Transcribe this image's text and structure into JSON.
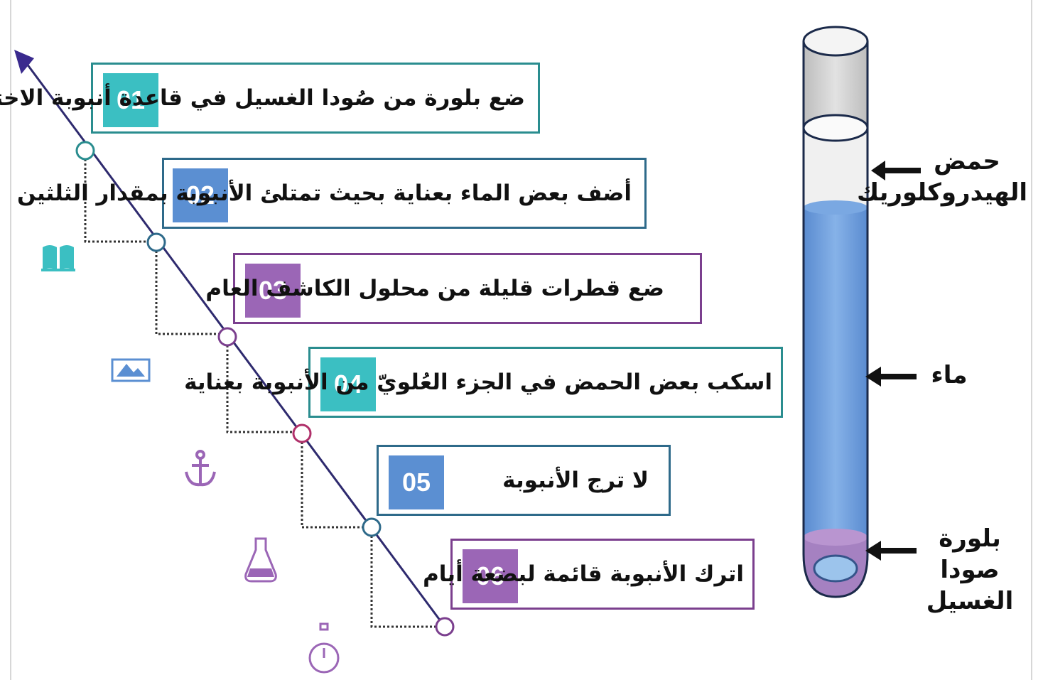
{
  "colors": {
    "teal": "#3bbfc2",
    "blue": "#5b8fd2",
    "purple": "#9b66b6",
    "teal_border": "#2a8d8f",
    "blue_border": "#2e6a8a",
    "purple_border": "#7b3f8e",
    "timeline": "#2e2a6e",
    "water": "#6f9fdc",
    "acid": "#efefef",
    "crystal": "#a581c1"
  },
  "steps": [
    {
      "number": "01",
      "text": "ضع بلورة من صُودا الغسيل في قاعدة أنبوبة الاختبار",
      "color": "teal",
      "icon": "none"
    },
    {
      "number": "02",
      "text": "أضف بعض الماء بعناية بحيث تمتلئ الأنبوبة بمقدار الثلثين",
      "color": "blue",
      "icon": "book-icon"
    },
    {
      "number": "03",
      "text": "ضع قطرات قليلة من محلول الكاشف العام",
      "color": "purple",
      "icon": "image-icon"
    },
    {
      "number": "04",
      "text": "اسكب بعض الحمض في الجزء العُلويّ من الأنبوبة بعناية",
      "color": "teal",
      "icon": "anchor-icon"
    },
    {
      "number": "05",
      "text": "لا ترج الأنبوبة",
      "color": "blue",
      "icon": "flask-icon"
    },
    {
      "number": "06",
      "text": "اترك الأنبوبة قائمة لبضعة أيام",
      "color": "purple",
      "icon": "stopwatch-icon"
    }
  ],
  "tube_labels": {
    "acid": "حمض الهيدروكلوريك",
    "water": "ماء",
    "crystal": "بلورة صودا الغسيل"
  }
}
